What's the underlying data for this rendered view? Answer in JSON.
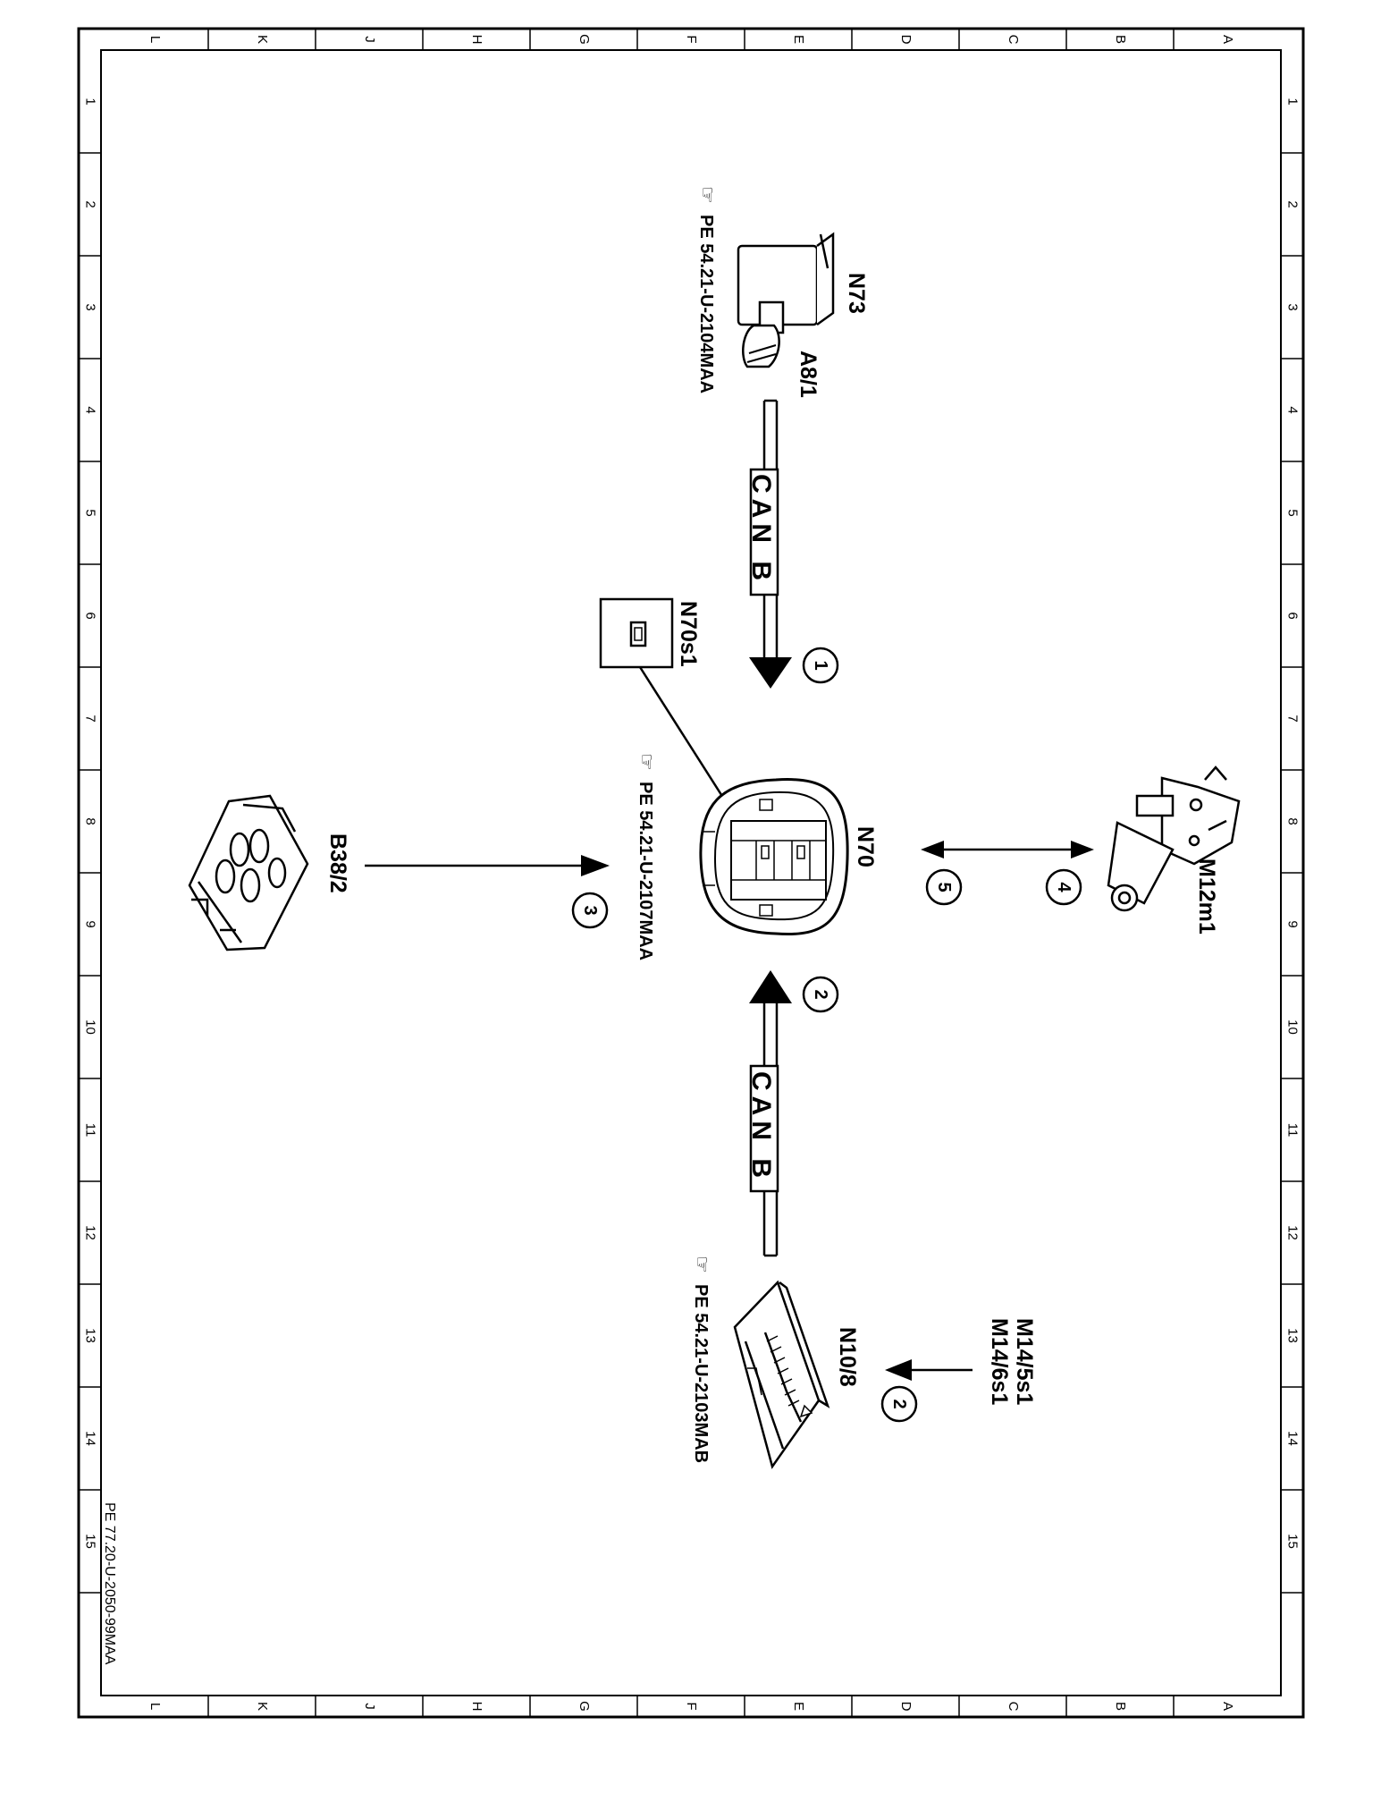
{
  "diagram": {
    "border_columns": [
      "L",
      "K",
      "J",
      "H",
      "G",
      "F",
      "E",
      "D",
      "C",
      "B",
      "A"
    ],
    "border_rows": [
      "1",
      "2",
      "3",
      "4",
      "5",
      "6",
      "7",
      "8",
      "9",
      "10",
      "11",
      "12",
      "13",
      "14",
      "15"
    ],
    "document_id": "PE 77.20-U-2050-99MAA",
    "bus_label": "CAN B",
    "components": {
      "n73": "N73",
      "a8_1": "A8/1",
      "n70": "N70",
      "n70s1": "N70s1",
      "m12m1": "M12m1",
      "b38_2": "B38/2",
      "n10_8": "N10/8",
      "m14_5s1": "M14/5s1",
      "m14_6s1": "M14/6s1"
    },
    "references": {
      "n73_ref": "PE 54.21-U-2104MAA",
      "n70_ref": "PE 54.21-U-2107MAA",
      "n10_8_ref": "PE 54.21-U-2103MAB"
    },
    "signals": {
      "s1": "1",
      "s2_upper": "2",
      "s2_lower": "2",
      "s3": "3",
      "s4": "4",
      "s5": "5"
    }
  }
}
